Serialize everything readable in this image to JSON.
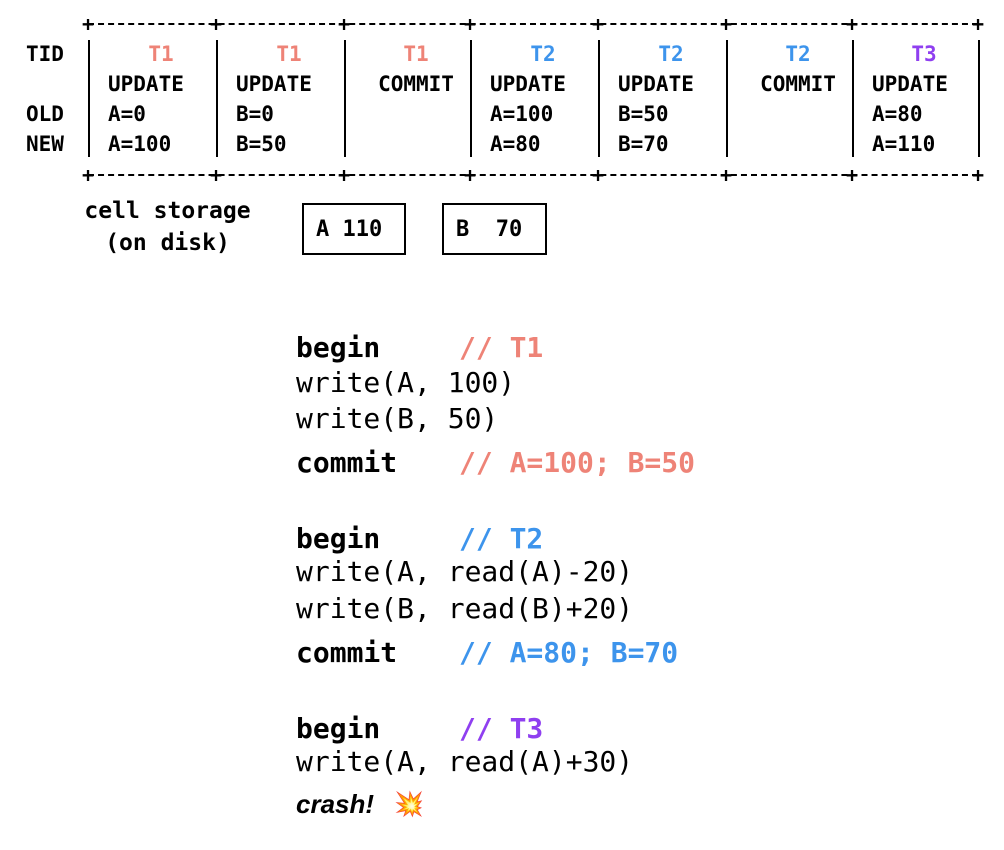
{
  "colors": {
    "t1": "#ee8377",
    "t2": "#3d94ec",
    "t3": "#8f3ff0",
    "text": "#000000"
  },
  "log": {
    "row_labels": {
      "tid": "TID",
      "old": "OLD",
      "new": "NEW"
    },
    "entries": [
      {
        "tid": "T1",
        "type": "UPDATE",
        "old": "A=0",
        "new": "A=100",
        "color": "t1"
      },
      {
        "tid": "T1",
        "type": "UPDATE",
        "old": "B=0",
        "new": "B=50",
        "color": "t1"
      },
      {
        "tid": "T1",
        "type": "COMMIT",
        "old": "",
        "new": "",
        "color": "t1"
      },
      {
        "tid": "T2",
        "type": "UPDATE",
        "old": "A=100",
        "new": "A=80",
        "color": "t2"
      },
      {
        "tid": "T2",
        "type": "UPDATE",
        "old": "B=50",
        "new": "B=70",
        "color": "t2"
      },
      {
        "tid": "T2",
        "type": "COMMIT",
        "old": "",
        "new": "",
        "color": "t2"
      },
      {
        "tid": "T3",
        "type": "UPDATE",
        "old": "A=80",
        "new": "A=110",
        "color": "t3"
      }
    ]
  },
  "storage": {
    "label_line1": "cell storage",
    "label_line2": "(on disk)",
    "cells": [
      {
        "text": "A 110"
      },
      {
        "text": "B  70"
      }
    ]
  },
  "code": {
    "t1": {
      "begin": "begin",
      "begin_comment": "// T1",
      "line1": "write(A, 100)",
      "line2": "write(B, 50)",
      "commit": "commit",
      "commit_comment": "// A=100; B=50"
    },
    "t2": {
      "begin": "begin",
      "begin_comment": "// T2",
      "line1": "write(A, read(A)-20)",
      "line2": "write(B, read(B)+20)",
      "commit": "commit",
      "commit_comment": "// A=80; B=70"
    },
    "t3": {
      "begin": "begin",
      "begin_comment": "// T3",
      "line1": "write(A, read(A)+30)",
      "crash": "crash!",
      "crash_icon": "explosion-icon"
    }
  }
}
